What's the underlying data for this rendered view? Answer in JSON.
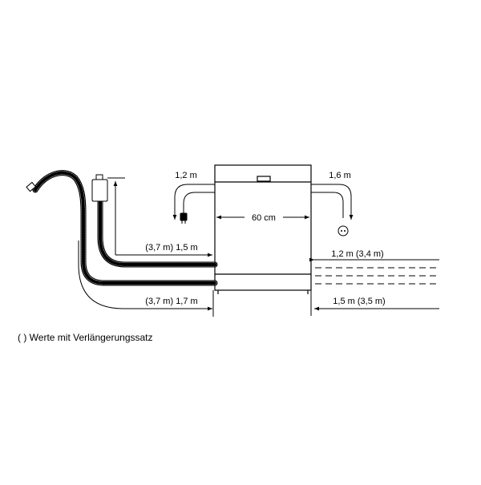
{
  "labels": {
    "width": "60 cm",
    "cable_left": "1,2 m",
    "cable_right": "1,6 m",
    "inlet_hose": "(3,7 m) 1,5 m",
    "drain_hose": "(3,7 m) 1,7 m",
    "water_upper": "1,2 m (3,4 m)",
    "water_lower": "1,5 m (3,5 m)"
  },
  "footnote": "(  ) Werte mit Verlängerungssatz",
  "colors": {
    "line": "#000000",
    "background": "#ffffff"
  },
  "icons": {
    "plug": "plug-icon",
    "socket": "socket-icon",
    "tap": "water-tap-icon",
    "drain_hook": "drain-hook-icon"
  }
}
